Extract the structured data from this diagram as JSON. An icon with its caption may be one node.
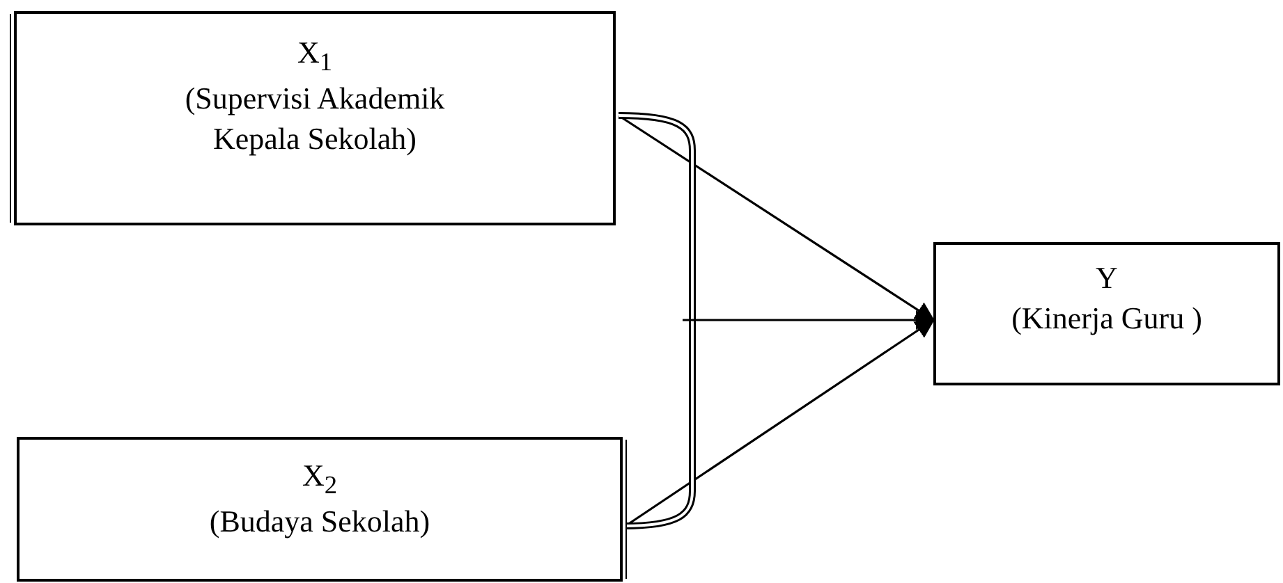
{
  "diagram": {
    "nodes": [
      {
        "text": [
          "X$_{1}$",
          "(Supervisi Akademik Kepala Sekolah)"
        ]
      },
      {
        "text": [
          "X$_{2}$",
          "(Budaya Sekolah)"
        ]
      },
      {
        "text": [
          "Y",
          "(Kinerja Guru )"
        ]
      }
    ],
    "edges": [
      {
        "from": 0,
        "to": 2,
        "arrow": "to"
      },
      {
        "from": 1,
        "to": 2,
        "arrow": "to"
      },
      {
        "from": 0,
        "to": 1,
        "arrow": "none",
        "style": "thick"
      },
      {
        "from": null,
        "to": 2,
        "arrow": "to"
      }
    ]
  }
}
